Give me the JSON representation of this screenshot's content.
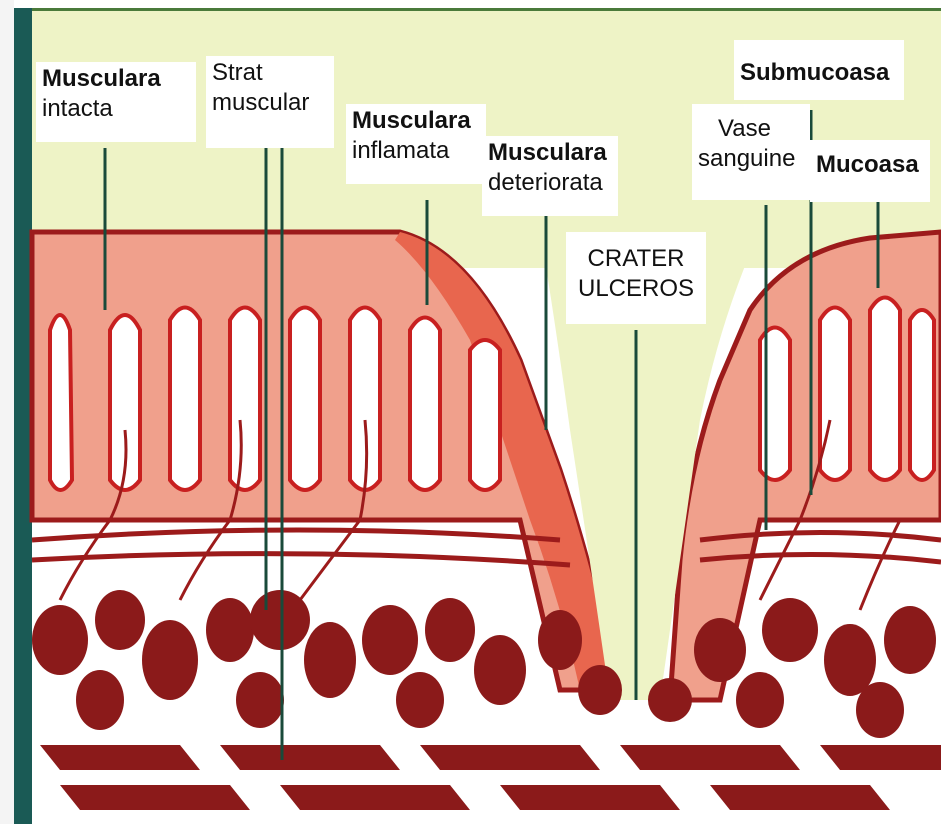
{
  "colors": {
    "background_top": "#eef3c6",
    "lumen": "#eef3c6",
    "mucosa": "#f0a08c",
    "mucosa_inflamed": "#e8664e",
    "outline": "#9c1b1b",
    "muscle_blocks": "#8b1a1a",
    "leader_line": "#1a4a3a",
    "frame_left": "#1a5a55",
    "frame_top": "#4a7a3a"
  },
  "labels": {
    "musculara_intacta": {
      "bold": "Musculara",
      "text": "intacta"
    },
    "strat_muscular": {
      "line1": "Strat",
      "line2": "muscular"
    },
    "musculara_inflamata": {
      "bold": "Musculara",
      "text": "inflamata"
    },
    "musculara_deteriorata": {
      "bold": "Musculara",
      "text": "deteriorata"
    },
    "crater_ulceros": {
      "line1": "CRATER",
      "line2": "ULCEROS"
    },
    "submucoasa": {
      "bold": "Submucoasa"
    },
    "vase_sanguine": {
      "line1": "Vase",
      "line2": "sanguine"
    },
    "mucoasa": {
      "bold": "Mucoasa"
    }
  }
}
